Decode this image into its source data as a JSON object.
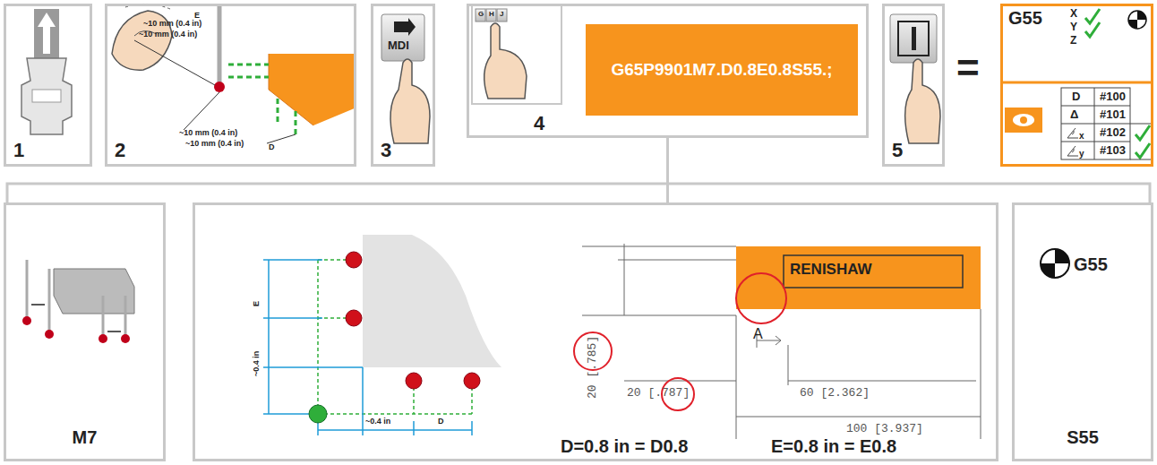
{
  "diagram": {
    "nodes": [
      {
        "text": [
          "1"
        ]
      },
      {
        "text": [
          "2"
        ]
      },
      {
        "text": [
          "3"
        ]
      },
      {
        "text": [
          "4"
        ]
      },
      {
        "text": [
          "G65P9901M7.D0.8E0.8S55.;"
        ],
        "in": 3
      },
      {
        "text": [
          "5"
        ]
      },
      {
        "text": [
          "G55"
        ]
      },
      {
        "text": [
          "M7"
        ]
      },
      {
        "text": [
          "D=0.8 in = D0.8",
          "E=0.8 in = E0.8"
        ]
      },
      {
        "text": [
          "G55",
          "S55"
        ]
      }
    ],
    "edges": [
      {
        "from": 3,
        "to": 7,
        "arrow": "none"
      },
      {
        "from": 3,
        "to": 8,
        "arrow": "none"
      },
      {
        "from": 3,
        "to": 9,
        "arrow": "none"
      }
    ],
    "labels": [
      "E",
      "~10 mm (0.4 in)",
      "~10 mm (0.4 in)",
      "~10 mm (0.4 in)",
      "~10 mm (0.4 in)",
      "D",
      "MDI",
      "G",
      "H",
      "J",
      "=",
      "X",
      "Y",
      "Z",
      "D",
      "#100",
      "Δ",
      "#101",
      "x",
      "#102",
      "y",
      "#103",
      "E",
      "~0.4 in",
      "~0.4 in",
      "D",
      "20 [.785]",
      "20 [.787]",
      "60 [2.362]",
      "100 [3.937]",
      "RENISHAW",
      "A"
    ]
  }
}
